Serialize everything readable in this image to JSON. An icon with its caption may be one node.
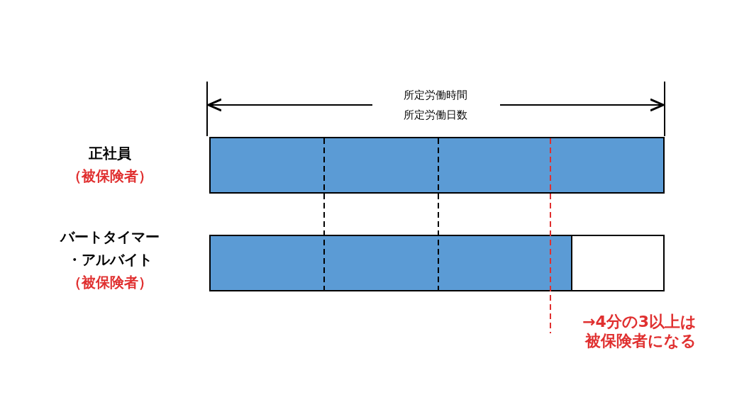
{
  "diagram": {
    "nodes": [
      {
        "text": [],
        "shape": "bar",
        "beside": [
          "正社員",
          "（被保険者）"
        ]
      },
      {
        "text": [],
        "shape": "bar",
        "beside": [
          "バートタイマー・アルバイト",
          "（被保険者）"
        ]
      }
    ],
    "labels": [
      "所定労働時間",
      "所定労働日数",
      "→4分の3以上は被保険者になる"
    ]
  }
}
